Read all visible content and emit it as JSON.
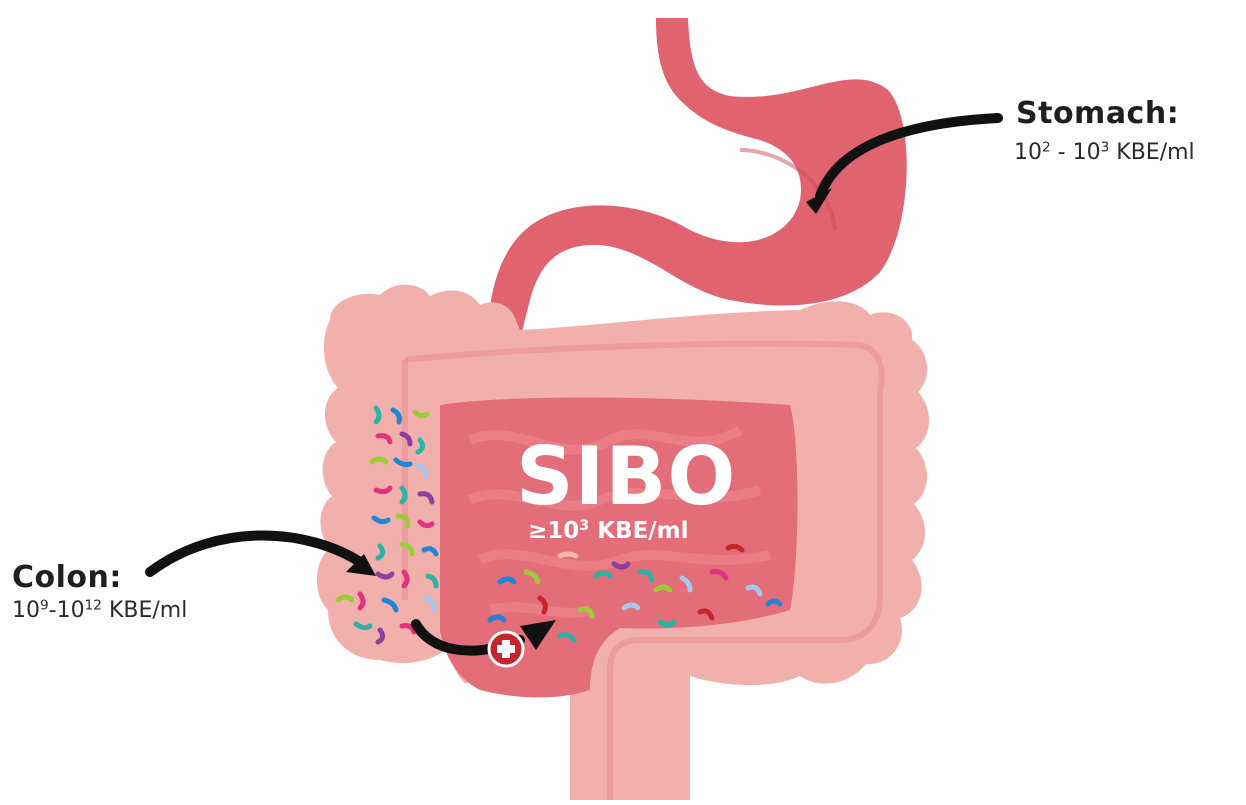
{
  "stomach": {
    "title": "Stomach:",
    "base1": "10",
    "exp1": "2",
    "sep": " - ",
    "base2": "10",
    "exp2": "3",
    "unit": " KBE/ml"
  },
  "colon": {
    "title": "Colon:",
    "base1": "10",
    "exp1": "9",
    "sep": "-",
    "base2": "10",
    "exp2": "12",
    "unit": " KBE/ml"
  },
  "sibo": {
    "title": "SIBO",
    "prefix": "≥10",
    "exp": "3",
    "unit": " KBE/ml"
  },
  "colors": {
    "stomach": "#e0636f",
    "colon": "#f2b0ad",
    "small_intestine": "#e36d78",
    "arrow": "#111111",
    "plus_badge": "#c5262c"
  },
  "icons": {
    "plus": "plus-icon",
    "arrows": "arrow-icon"
  }
}
